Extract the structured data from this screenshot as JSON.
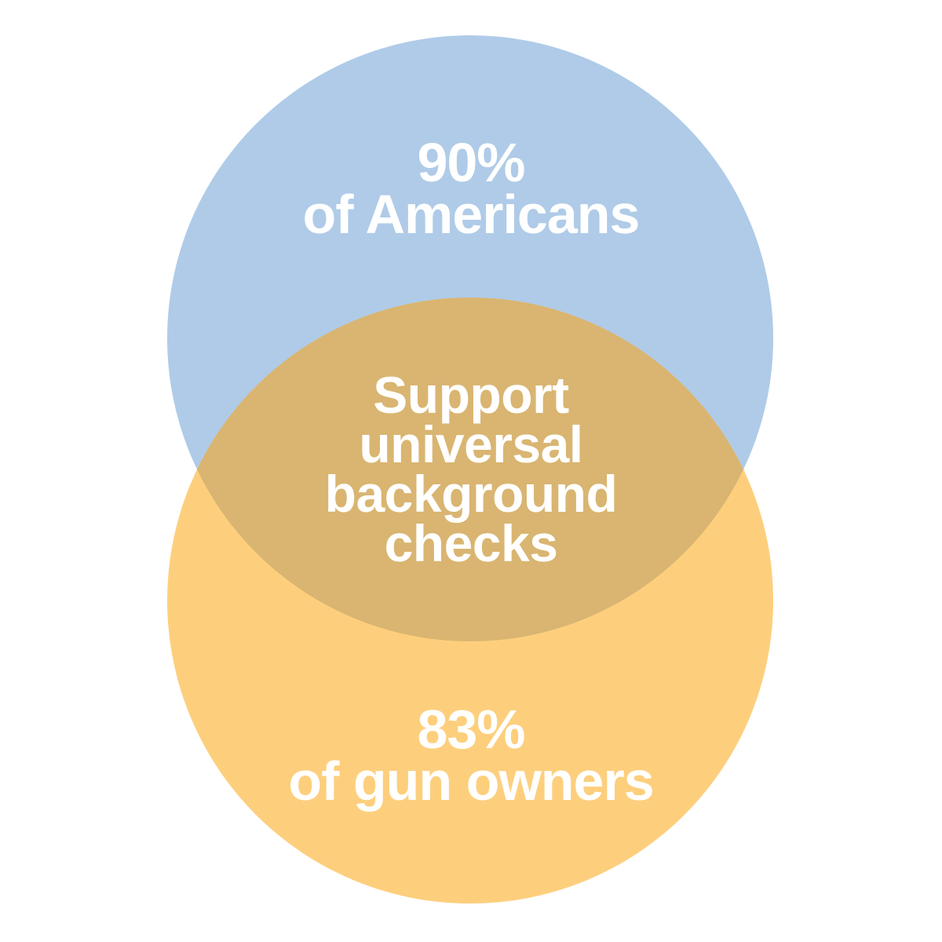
{
  "chart_data": {
    "type": "venn",
    "title": "",
    "sets": [
      {
        "label": "of Americans",
        "value_pct": 90,
        "value_label": "90%",
        "color": "#AFCBE8"
      },
      {
        "label": "of gun owners",
        "value_pct": 83,
        "value_label": "83%",
        "color": "#FDCF7D"
      }
    ],
    "intersection": {
      "label": "Support universal background checks",
      "color": "#D9B571"
    },
    "layout": {
      "background": "#FFFFFF",
      "text_color": "#FFFFFF",
      "orientation": "vertical",
      "legend": "none",
      "grid": "off"
    }
  },
  "venn": {
    "top": {
      "lines": [
        "90%",
        "of Americans"
      ]
    },
    "middle": {
      "lines": [
        "Support",
        "universal",
        "background",
        "checks"
      ]
    },
    "bottom": {
      "lines": [
        "83%",
        "of gun owners"
      ]
    },
    "colors": {
      "americans": "#AFCBE8",
      "gun_owners": "#FDCF7D",
      "overlap": "#D9B571",
      "text": "#FFFFFF",
      "background": "#FFFFFF"
    }
  }
}
